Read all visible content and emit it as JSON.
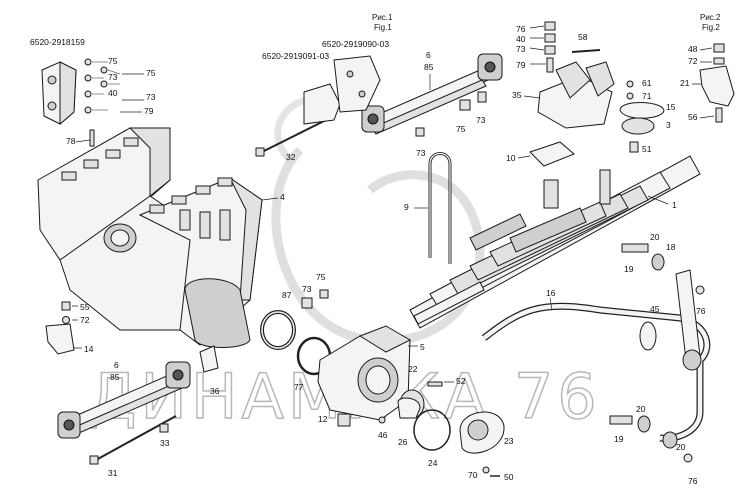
{
  "figures": {
    "fig1": {
      "title_ru": "Рис.1",
      "title_en": "Fig.1"
    },
    "fig2": {
      "title_ru": "Рис.2",
      "title_en": "Fig.2"
    }
  },
  "part_numbers": {
    "pn_bracket_left": "6520-2918159",
    "pn_bracket_mid": "6520-2919091-03",
    "pn_bracket_top": "6520-2919090-03"
  },
  "callouts": {
    "c75a": "75",
    "c73a": "73",
    "c75b": "75",
    "c40a": "40",
    "c73b": "73",
    "c79a": "79",
    "c78": "78",
    "c4": "4",
    "c32": "32",
    "c6a": "6",
    "c85a": "85",
    "c73c": "73",
    "c75c": "75",
    "c73d": "73",
    "c76a": "76",
    "c40b": "40",
    "c73e": "73",
    "c58": "58",
    "c79b": "79",
    "c35": "35",
    "c61": "61",
    "c71": "71",
    "c15": "15",
    "c3": "3",
    "c51": "51",
    "c48": "48",
    "c72a": "72",
    "c21": "21",
    "c56": "56",
    "c10": "10",
    "c9": "9",
    "c1": "1",
    "c20a": "20",
    "c18": "18",
    "c19a": "19",
    "c45": "45",
    "c76b": "76",
    "c16": "16",
    "c75d": "75",
    "c73f": "73",
    "c87": "87",
    "c77": "77",
    "c55": "55",
    "c72b": "72",
    "c14": "14",
    "c5": "5",
    "c22": "22",
    "c52": "52",
    "c6b": "6",
    "c85b": "85",
    "c36": "36",
    "c12": "12",
    "c46": "46",
    "c26": "26",
    "c23": "23",
    "c33": "33",
    "c31": "31",
    "c24": "24",
    "c70": "70",
    "c50": "50",
    "c20b": "20",
    "c19b": "19",
    "c20c": "20",
    "c76c": "76"
  },
  "watermark": {
    "text": "ДИНАМИКА 76"
  }
}
